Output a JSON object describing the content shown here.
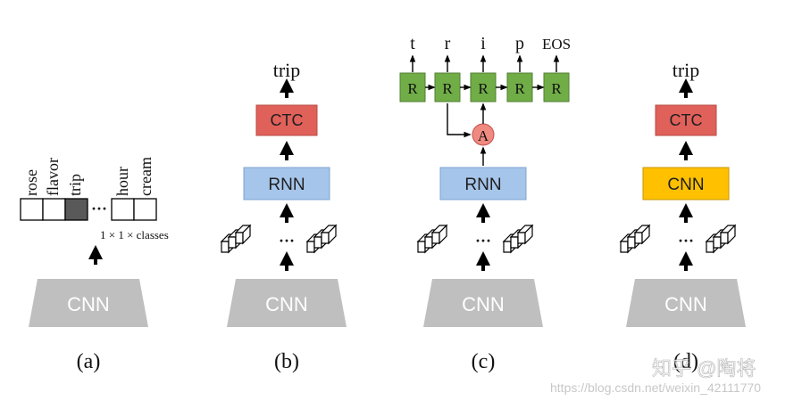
{
  "colors": {
    "cnn_gray": "#bfbfbf",
    "ctc_red": "#e0605a",
    "rnn_blue": "#a6c5ea",
    "cnn_yellow": "#ffc000",
    "green_cell": "#70ad47",
    "attention_red": "#f08a80",
    "arrow_black": "#000000"
  },
  "panels": {
    "a": {
      "label": "(a)",
      "cnn": "CNN",
      "classes": [
        "rose",
        "flavor",
        "trip",
        "hour",
        "cream"
      ],
      "ellipsis": "···",
      "dims": "1 × 1 × classes"
    },
    "b": {
      "label": "(b)",
      "cnn": "CNN",
      "rnn": "RNN",
      "ctc": "CTC",
      "output": "trip",
      "ellipsis": "···"
    },
    "c": {
      "label": "(c)",
      "cnn": "CNN",
      "rnn": "RNN",
      "attention": "A",
      "cell": "R",
      "outputs": [
        "t",
        "r",
        "i",
        "p",
        "EOS"
      ],
      "ellipsis": "···"
    },
    "d": {
      "label": "(d)",
      "cnn": "CNN",
      "cnn2": "CNN",
      "ctc": "CTC",
      "output": "trip",
      "ellipsis": "···"
    }
  },
  "watermark": {
    "zhihu": "知乎 @陶将",
    "url": "https://blog.csdn.net/weixin_42111770"
  }
}
